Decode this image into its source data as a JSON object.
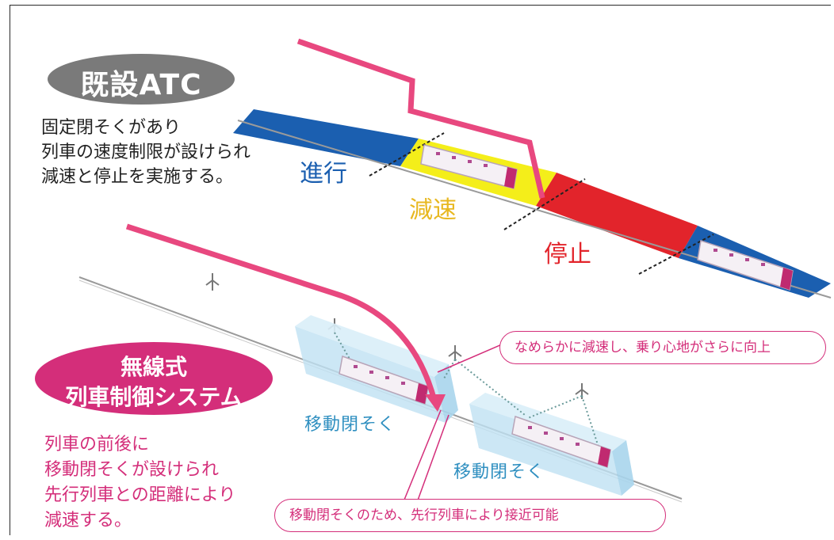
{
  "existing_atc": {
    "badge": "既設ATC",
    "description": [
      "固定閉そくがあり",
      "列車の速度制限が設けられ",
      "減速と停止を実施する。"
    ],
    "zones": {
      "proceed": "進行",
      "decelerate": "減速",
      "stop": "停止"
    }
  },
  "radio_train_control": {
    "badge_line1": "無線式",
    "badge_line2": "列車制御システム",
    "description": [
      "列車の前後に",
      "移動閉そくが設けられ",
      "先行列車との距離により",
      "減速する。"
    ],
    "moving_block_label_1": "移動閉そく",
    "moving_block_label_2": "移動閉そく",
    "callout_smooth": "なめらかに減速し、乗り心地がさらに向上",
    "callout_approach": "移動閉そくのため、先行列車により接近可能"
  },
  "colors": {
    "pink": "#e8487f",
    "magenta": "#d42e7a",
    "blue": "#1b5fb0",
    "yellow": "#f4ee1a",
    "red": "#e2242b",
    "light_blue": "#2f8fc0",
    "gray_badge": "#7a7a7a"
  }
}
